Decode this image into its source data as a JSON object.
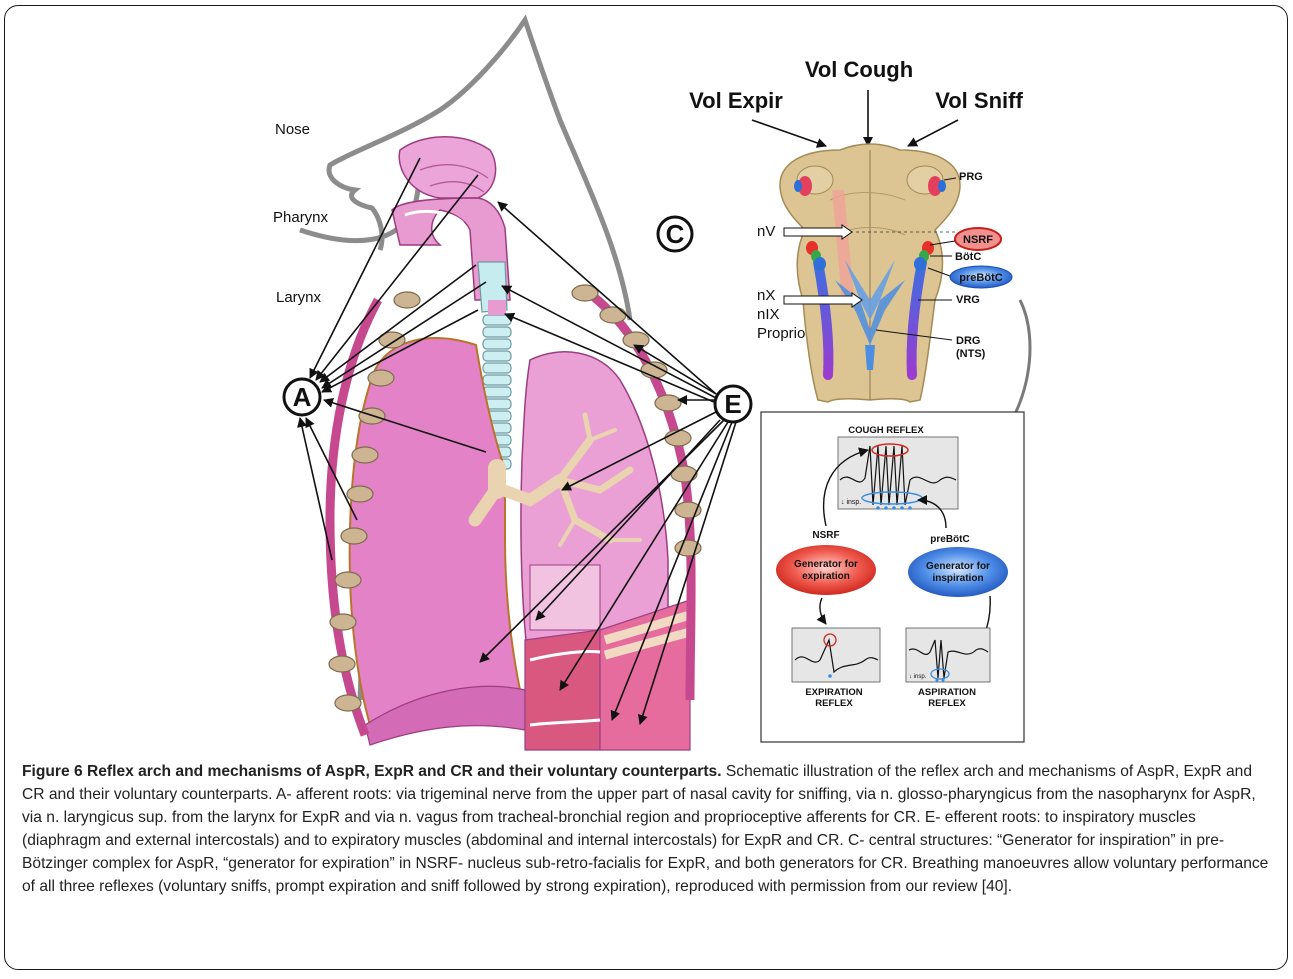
{
  "figure": {
    "anatomy_labels": {
      "nose": "Nose",
      "pharynx": "Pharynx",
      "larynx": "Larynx"
    },
    "circle_labels": {
      "afferent": "A",
      "efferent": "E",
      "central": "C"
    },
    "voluntary": {
      "expir": "Vol Expir",
      "cough": "Vol Cough",
      "sniff": "Vol Sniff"
    },
    "brainstem_labels": {
      "prg": "PRG",
      "nsrf": "NSRF",
      "botc": "BötC",
      "prebotc": "preBötC",
      "vrg": "VRG",
      "drg": "DRG",
      "nts": "(NTS)",
      "nv": "nV",
      "nx": "nX",
      "nix": "nIX",
      "proprio": "Proprio"
    },
    "panel": {
      "cough_title": "COUGH REFLEX",
      "insp_marker": "↓ insp.",
      "nsrf_label": "NSRF",
      "prebotc_label": "preBötC",
      "gen_expiration": [
        "Generator for",
        "expiration"
      ],
      "gen_inspiration": [
        "Generator for",
        "inspiration"
      ],
      "expiration_reflex": [
        "EXPIRATION",
        "REFLEX"
      ],
      "aspiration_reflex": [
        "ASPIRATION",
        "REFLEX"
      ]
    },
    "colors": {
      "airway_pink": "#e79bd0",
      "lung_pink": "#e482c8",
      "brainstem_tan": "#dcc493",
      "nsrf_red": "#e8302a",
      "prebotc_blue": "#2f6fd8",
      "rib_tan": "#c8b08c"
    }
  },
  "caption": {
    "title": "Figure 6 Reflex arch and mechanisms of AspR, ExpR and CR and their voluntary counterparts.",
    "body": " Schematic illustration of the reflex arch and mechanisms of AspR, ExpR and CR and their voluntary counterparts. A- afferent roots: via trigeminal nerve from the upper part of nasal cavity for sniffing, via n. glosso-pharyngicus from the nasopharynx for AspR, via n. laryngicus sup. from the larynx for ExpR and via n. vagus from tracheal-bronchial region and proprioceptive afferents for CR. E- efferent roots: to inspiratory muscles (diaphragm and external intercostals) and to expiratory muscles (abdominal and internal intercostals) for ExpR and CR. C- central structures: “Generator for inspiration” in pre-Bötzinger complex for AspR, “generator for expiration” in NSRF- nucleus sub-retro-facialis for ExpR, and both generators for CR. Breathing manoeuvres allow voluntary performance of all three reflexes (voluntary sniffs, prompt expiration and sniff followed by strong expiration), reproduced with permission from our review [40]."
  }
}
